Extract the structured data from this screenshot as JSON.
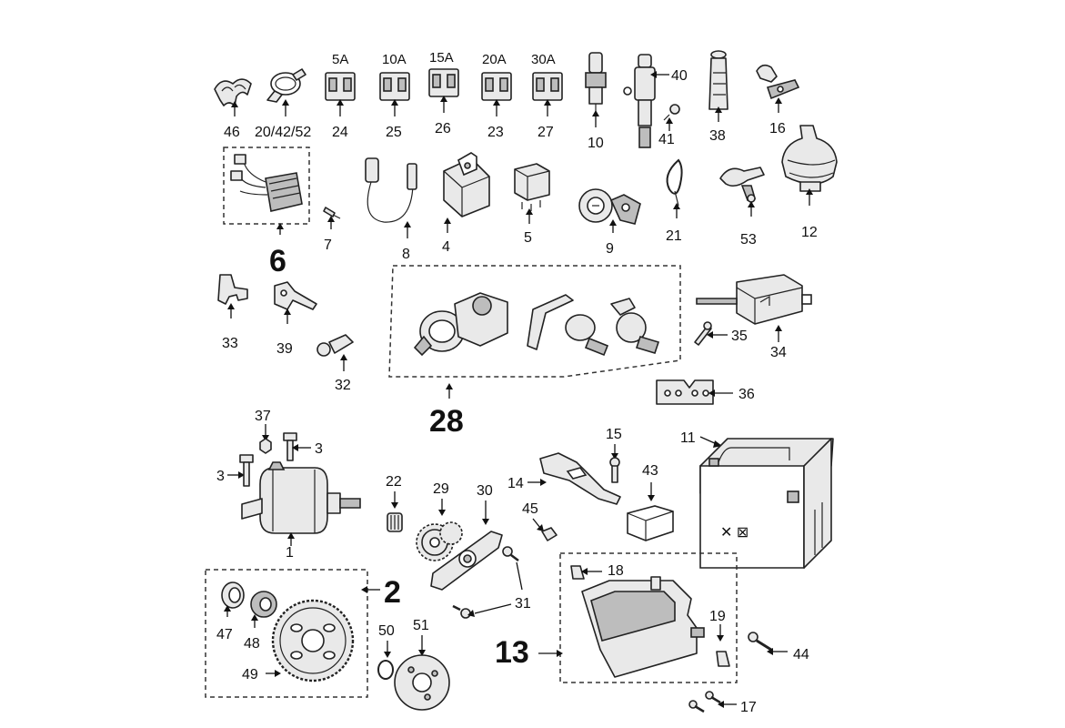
{
  "labels": {
    "p46": "46",
    "p20": "20/42/52",
    "p24": "24",
    "p25": "25",
    "p26": "26",
    "p23": "23",
    "p27": "27",
    "p10": "10",
    "p40": "40",
    "p41": "41",
    "p38": "38",
    "p16": "16",
    "p6": "6",
    "p7": "7",
    "p8": "8",
    "p4": "4",
    "p5": "5",
    "p9": "9",
    "p21": "21",
    "p53": "53",
    "p12": "12",
    "p33": "33",
    "p39": "39",
    "p32": "32",
    "p28": "28",
    "p35": "35",
    "p34": "34",
    "p36": "36",
    "p37": "37",
    "p3a": "3",
    "p3b": "3",
    "p1": "1",
    "p22": "22",
    "p29": "29",
    "p30": "30",
    "p15": "15",
    "p14": "14",
    "p43": "43",
    "p11": "11",
    "p45": "45",
    "p31": "31",
    "p2": "2",
    "p47": "47",
    "p48": "48",
    "p49": "49",
    "p50": "50",
    "p51": "51",
    "p18": "18",
    "p19": "19",
    "p13": "13",
    "p44": "44",
    "p17": "17"
  },
  "fuse_ratings": {
    "f24": "5A",
    "f25": "10A",
    "f26": "15A",
    "f23": "20A",
    "f27": "30A"
  },
  "battery_marking": "✕ ⊠",
  "icons": [
    "fuse-icon",
    "connector-icon",
    "relay-icon",
    "ignition-lock-icon",
    "battery-icon",
    "starter-motor-icon",
    "sprocket-icon",
    "bolt-icon"
  ]
}
